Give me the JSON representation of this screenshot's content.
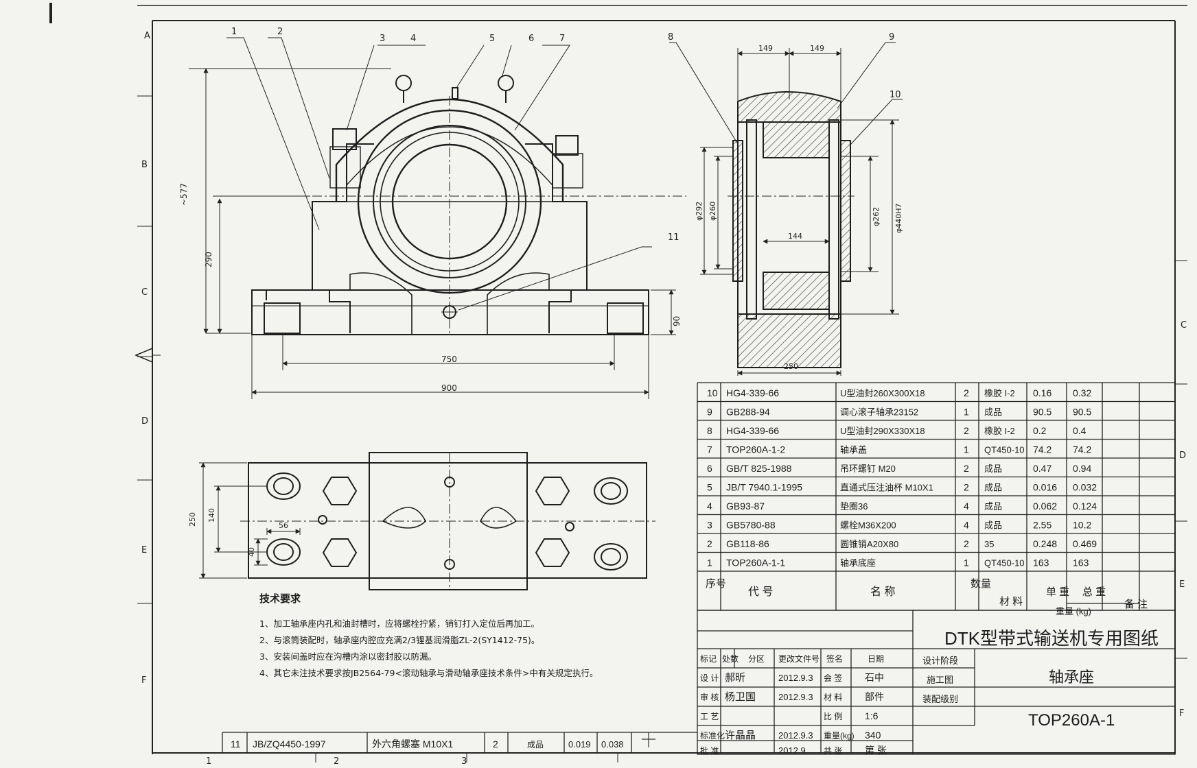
{
  "grid": {
    "rows_left": [
      "A",
      "B",
      "C",
      "D",
      "E",
      "F"
    ],
    "rows_right": [
      "C",
      "D",
      "E",
      "F"
    ],
    "cols_bottom": [
      "1",
      "2",
      "3"
    ]
  },
  "balloons": [
    "1",
    "2",
    "3",
    "4",
    "5",
    "6",
    "7",
    "8",
    "9",
    "10",
    "11"
  ],
  "dims": {
    "height_total": "~577",
    "center_height": "290",
    "base_thickness": "90",
    "bolt_span": "750",
    "overall_length": "900",
    "half_width_left": "149",
    "half_width_right": "149",
    "dia_292": "φ292",
    "dia_260": "φ260",
    "dia_262": "φ262",
    "dia_440": "φ440H7",
    "bore_width": "144",
    "side_width": "250",
    "plan_width": "250",
    "plan_140": "140",
    "plan_56": "56",
    "plan_40": "40"
  },
  "parts": [
    {
      "no": "10",
      "code": "HG4-339-66",
      "name": "U型油封260X300X18",
      "qty": "2",
      "material": "橡胶 I-2",
      "unit": "0.16",
      "total": "0.32",
      "note": ""
    },
    {
      "no": "9",
      "code": "GB288-94",
      "name": "调心滚子轴承23152",
      "qty": "1",
      "material": "成品",
      "unit": "90.5",
      "total": "90.5",
      "note": ""
    },
    {
      "no": "8",
      "code": "HG4-339-66",
      "name": "U型油封290X330X18",
      "qty": "2",
      "material": "橡胶 I-2",
      "unit": "0.2",
      "total": "0.4",
      "note": ""
    },
    {
      "no": "7",
      "code": "TOP260A-1-2",
      "name": "轴承盖",
      "qty": "1",
      "material": "QT450-10",
      "unit": "74.2",
      "total": "74.2",
      "note": ""
    },
    {
      "no": "6",
      "code": "GB/T 825-1988",
      "name": "吊环螺钉 M20",
      "qty": "2",
      "material": "成品",
      "unit": "0.47",
      "total": "0.94",
      "note": ""
    },
    {
      "no": "5",
      "code": "JB/T 7940.1-1995",
      "name": "直通式压注油杯 M10X1",
      "qty": "2",
      "material": "成品",
      "unit": "0.016",
      "total": "0.032",
      "note": ""
    },
    {
      "no": "4",
      "code": "GB93-87",
      "name": "垫圈36",
      "qty": "4",
      "material": "成品",
      "unit": "0.062",
      "total": "0.124",
      "note": ""
    },
    {
      "no": "3",
      "code": "GB5780-88",
      "name": "螺栓M36X200",
      "qty": "4",
      "material": "成品",
      "unit": "2.55",
      "total": "10.2",
      "note": ""
    },
    {
      "no": "2",
      "code": "GB118-86",
      "name": "圆锥销A20X80",
      "qty": "2",
      "material": "35",
      "unit": "0.248",
      "total": "0.469",
      "note": ""
    },
    {
      "no": "1",
      "code": "TOP260A-1-1",
      "name": "轴承底座",
      "qty": "1",
      "material": "QT450-10",
      "unit": "163",
      "total": "163",
      "note": ""
    }
  ],
  "part11": {
    "no": "11",
    "code": "JB/ZQ4450-1997",
    "name": "外六角螺塞 M10X1",
    "qty": "2",
    "material": "成品",
    "unit": "0.019",
    "total": "0.038"
  },
  "parts_header": {
    "no": "序号",
    "code": "代    号",
    "name": "名    称",
    "qty": "数量",
    "material": "材 料",
    "unit": "单 重",
    "total": "总 重",
    "weight": "重量 (kg)",
    "note": "备 注"
  },
  "tech": {
    "title": "技术要求",
    "items": [
      "1、加工轴承座内孔和油封槽时，应将螺栓拧紧，销钉打入定位后再加工。",
      "2、与滚筒装配时，轴承座内腔应充满2/3锂基润滑脂ZL-2(SY1412-75)。",
      "3、安装间盖时应在沟槽内涂以密封胶以防漏。",
      "4、其它未注技术要求按JB2564-79<滚动轴承与滑动轴承座技术条件>中有关规定执行。"
    ]
  },
  "title_block": {
    "project": "DTK型带式输送机专用图纸",
    "name": "轴承座",
    "drawing_no": "TOP260A-1",
    "rev_headers": [
      "标记",
      "处数",
      "分区",
      "更改文件号",
      "签名",
      "日期"
    ],
    "design_stage": "设计阶段",
    "stage_value": "施工图",
    "assembly_level": "装配级别",
    "rows": [
      {
        "label": "设 计",
        "sign": "郝昕",
        "date": "2012.9.3",
        "label2": "会 签",
        "value2": "石中"
      },
      {
        "label": "审 核",
        "sign": "杨卫国",
        "date": "2012.9.3",
        "label2": "材 料",
        "value2": "部件"
      },
      {
        "label": "工 艺",
        "sign": "",
        "date": "",
        "label2": "比 例",
        "value2": "1:6"
      },
      {
        "label": "标准化",
        "sign": "许晶晶",
        "date": "2012.9.3",
        "label2": "重量(kg)",
        "value2": "340"
      },
      {
        "label": "批 准",
        "sign": "",
        "date": "2012.9.",
        "label2": "共  张",
        "value2": "第  张"
      }
    ]
  }
}
